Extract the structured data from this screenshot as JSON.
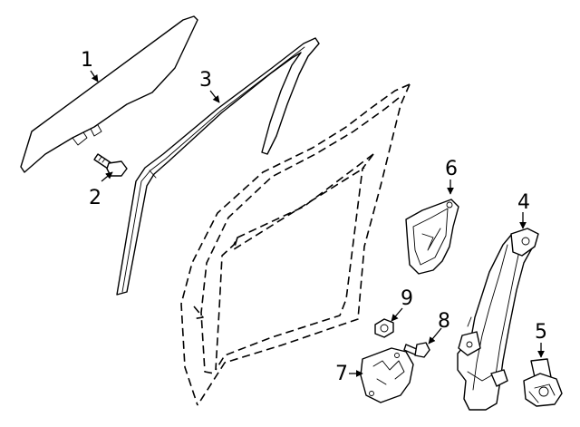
{
  "diagram": {
    "callouts": [
      {
        "id": "1",
        "label": "1",
        "part": "door-glass"
      },
      {
        "id": "2",
        "label": "2",
        "part": "glass-bolt"
      },
      {
        "id": "3",
        "label": "3",
        "part": "glass-run-channel"
      },
      {
        "id": "4",
        "label": "4",
        "part": "window-regulator"
      },
      {
        "id": "5",
        "label": "5",
        "part": "regulator-motor"
      },
      {
        "id": "6",
        "label": "6",
        "part": "regulator-bracket"
      },
      {
        "id": "7",
        "label": "7",
        "part": "support-plate"
      },
      {
        "id": "8",
        "label": "8",
        "part": "mounting-bolt"
      },
      {
        "id": "9",
        "label": "9",
        "part": "nut"
      }
    ]
  }
}
